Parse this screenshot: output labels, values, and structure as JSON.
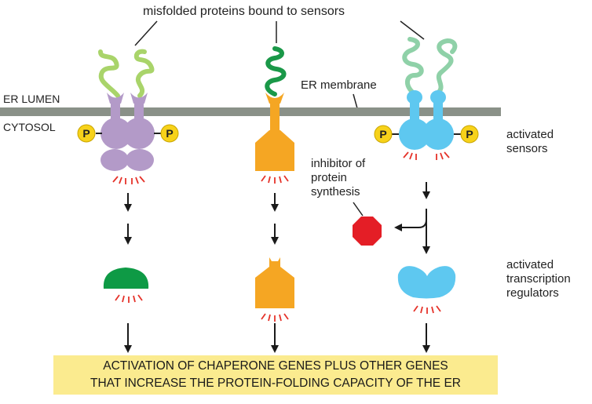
{
  "labels": {
    "top_caption": "misfolded proteins bound to sensors",
    "er_lumen": "ER LUMEN",
    "cytosol": "CYTOSOL",
    "er_membrane": "ER membrane",
    "activated_sensors": [
      "activated",
      "sensors"
    ],
    "inhibitor": [
      "inhibitor of",
      "protein",
      "synthesis"
    ],
    "activated_regulators": [
      "activated",
      "transcription",
      "regulators"
    ],
    "phosphate": "P"
  },
  "banner": {
    "lines": [
      "ACTIVATION OF CHAPERONE GENES PLUS OTHER GENES",
      "THAT INCREASE THE PROTEIN-FOLDING CAPACITY OF THE ER"
    ]
  },
  "colors": {
    "membrane": "#8a9188",
    "purple_sensor": "#b39ac8",
    "orange_sensor": "#f5a623",
    "blue_sensor": "#5ec8f0",
    "green_regulator": "#0e9a45",
    "misfolded_light_green": "#a9d46a",
    "misfolded_dark_green": "#1a9848",
    "misfolded_mint": "#8fd1a8",
    "phosphate_fill": "#f7d21a",
    "activity_ticks": "#e5332a",
    "inhibitor_red": "#e41e26",
    "banner_fill": "#fbeb8f",
    "arrow": "#1a1a1a"
  }
}
